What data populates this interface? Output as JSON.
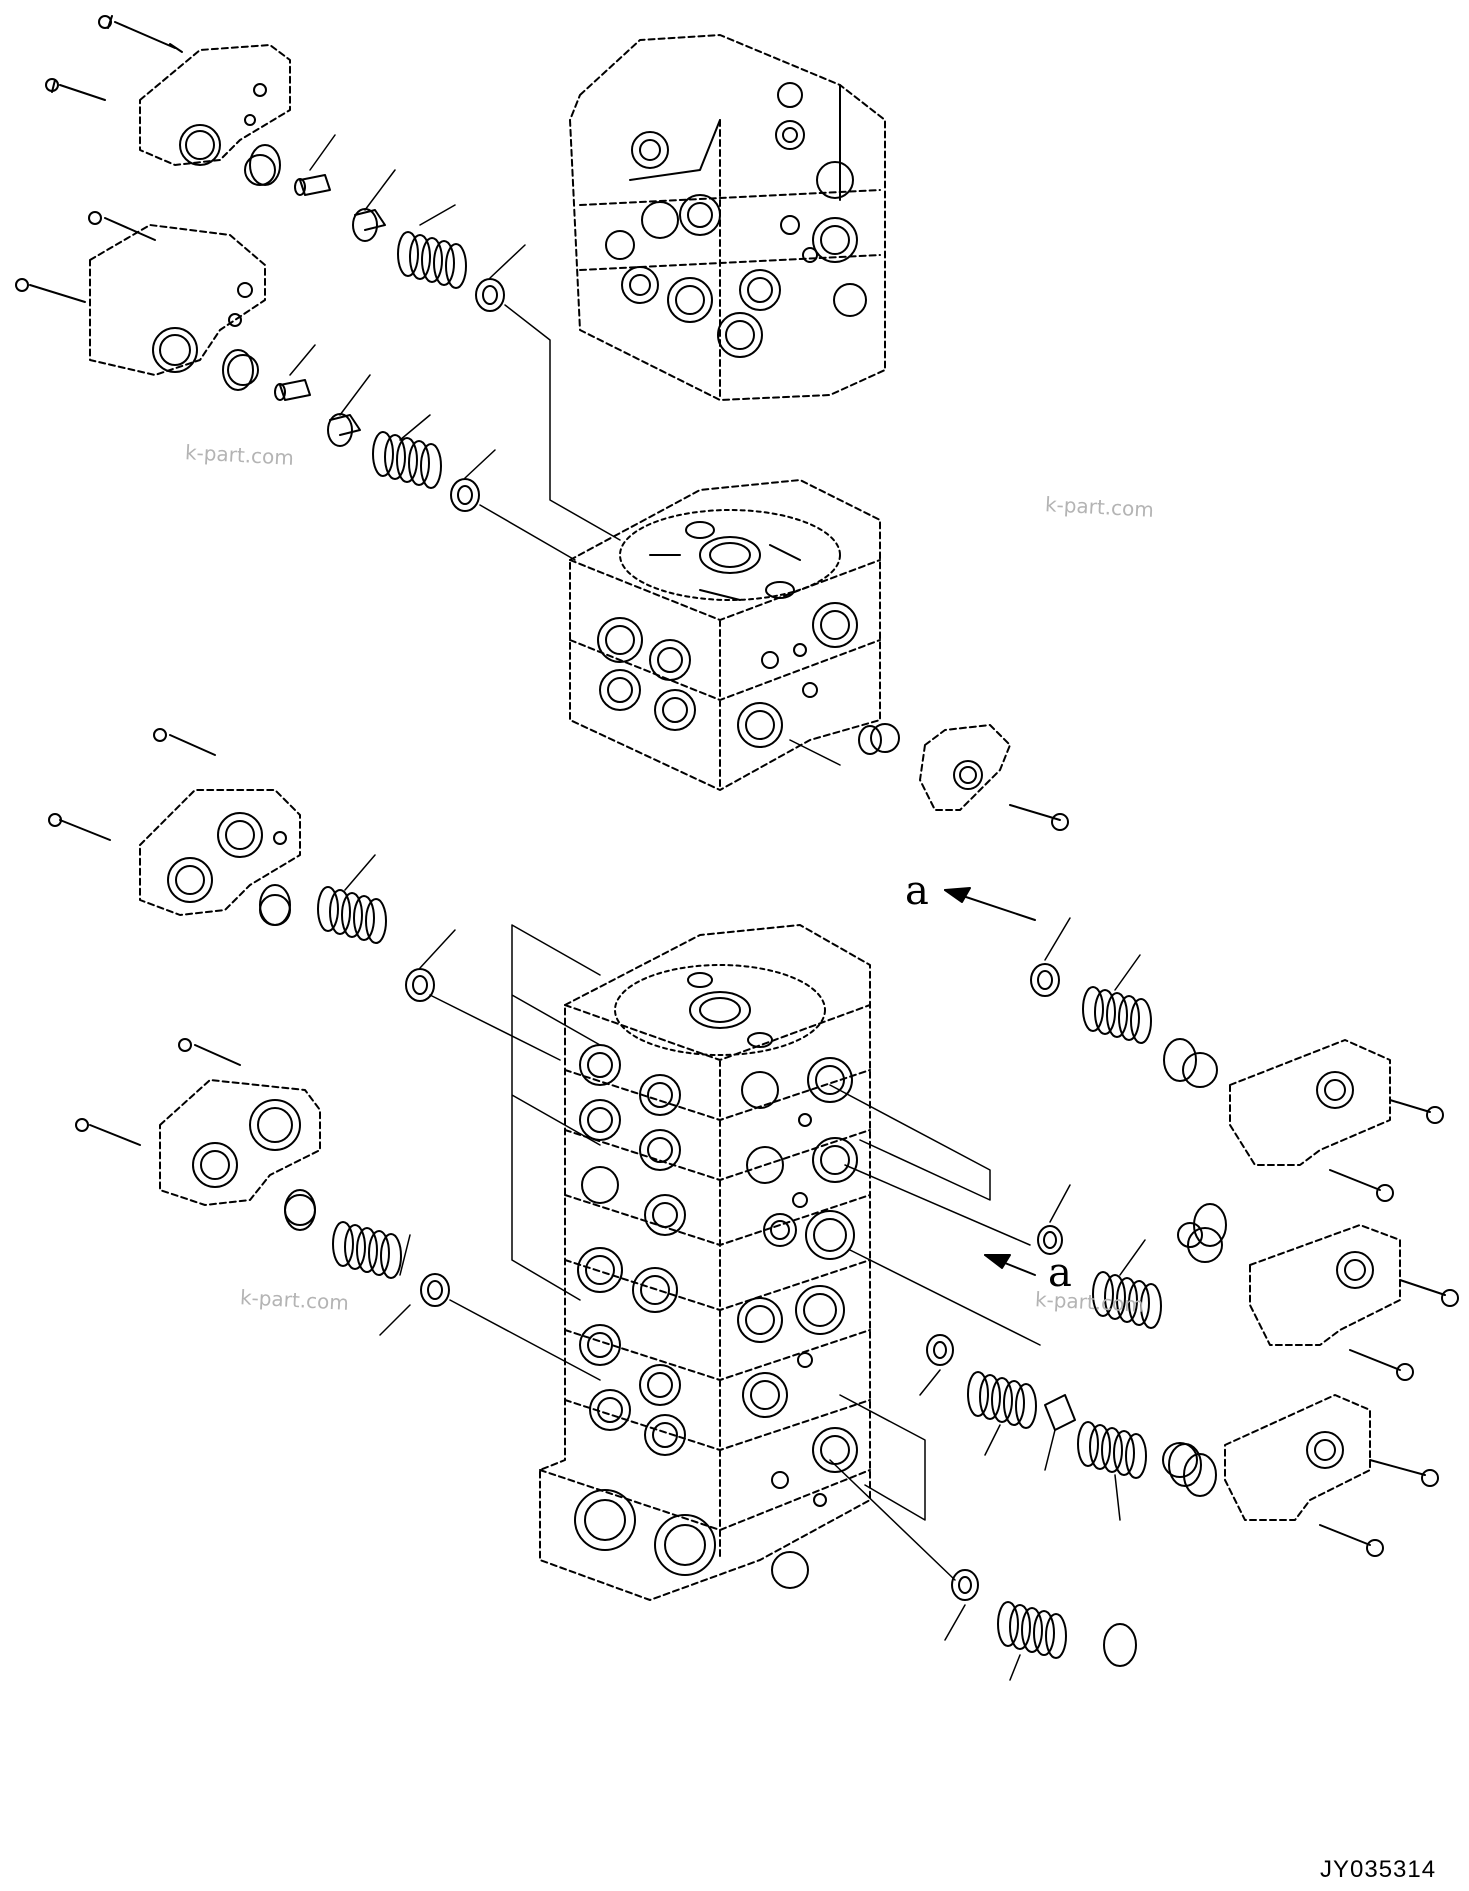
{
  "watermarks": [
    "k-part.com",
    "k-part.com",
    "k-part.com",
    "k-part.com"
  ],
  "callouts": [
    "a",
    "a"
  ],
  "drawing_code": "JY035314",
  "components": {
    "upper_valve_block": "upper-valve-block",
    "middle_valve_block": "middle-valve-block",
    "lower_valve_stack": "lower-valve-stack",
    "left_covers": [
      "cover-1",
      "cover-2",
      "cover-3",
      "cover-4"
    ],
    "right_covers": [
      "cover-5",
      "cover-6",
      "cover-7",
      "cover-8"
    ]
  },
  "colors": {
    "line": "#000000",
    "watermark": "#b4b4b4",
    "background": "#ffffff"
  }
}
